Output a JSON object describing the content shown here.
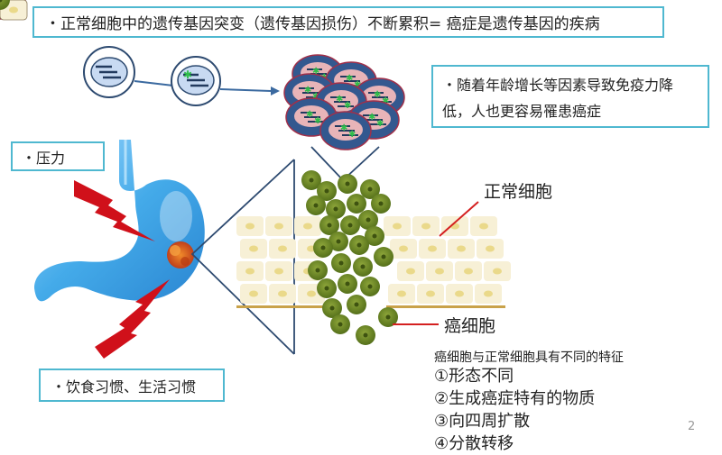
{
  "slide": {
    "page_number": "2",
    "top_box": "・正常细胞中的遗传基因突变（遗传基因损伤）不断累积= 癌症是遗传基因的疾病",
    "immune_box": "・随着年龄增长等因素导致免疫力降低，人也更容易罹患癌症",
    "stress_box": "・压力",
    "diet_box": "・饮食习惯、生活习惯",
    "labels": {
      "normal_cell": "正常细胞",
      "cancer_cell": "癌细胞"
    },
    "features": {
      "heading": "癌细胞与正常细胞具有不同的特征",
      "items": [
        "①形态不同",
        "②生成癌症特有的物质",
        "③向四周扩散",
        "④分散转移"
      ]
    }
  },
  "icons": {
    "normal-cell": "cell-with-dna-icon",
    "mutated-cell": "cell-with-mutated-dna-icon",
    "tumor-cluster": "cancer-cell-cluster-icon",
    "stomach": "stomach-illustration",
    "lightning": "red-lightning-bolt-icon",
    "tissue": "tissue-cross-section"
  },
  "colors": {
    "box_border": "#4fb8d0",
    "lightning": "#d0101a",
    "cell_dark": "#33588f",
    "cell_nucleus_pink": "#e8b4b8",
    "mutation_green": "#2fbf4a",
    "cancer_green": "#6e8a1e",
    "normal_cell": "#f7f0d6",
    "stomach_blue": "#3aa6e8",
    "tumor": "#d85a1a",
    "pointer_red": "#d42020"
  }
}
